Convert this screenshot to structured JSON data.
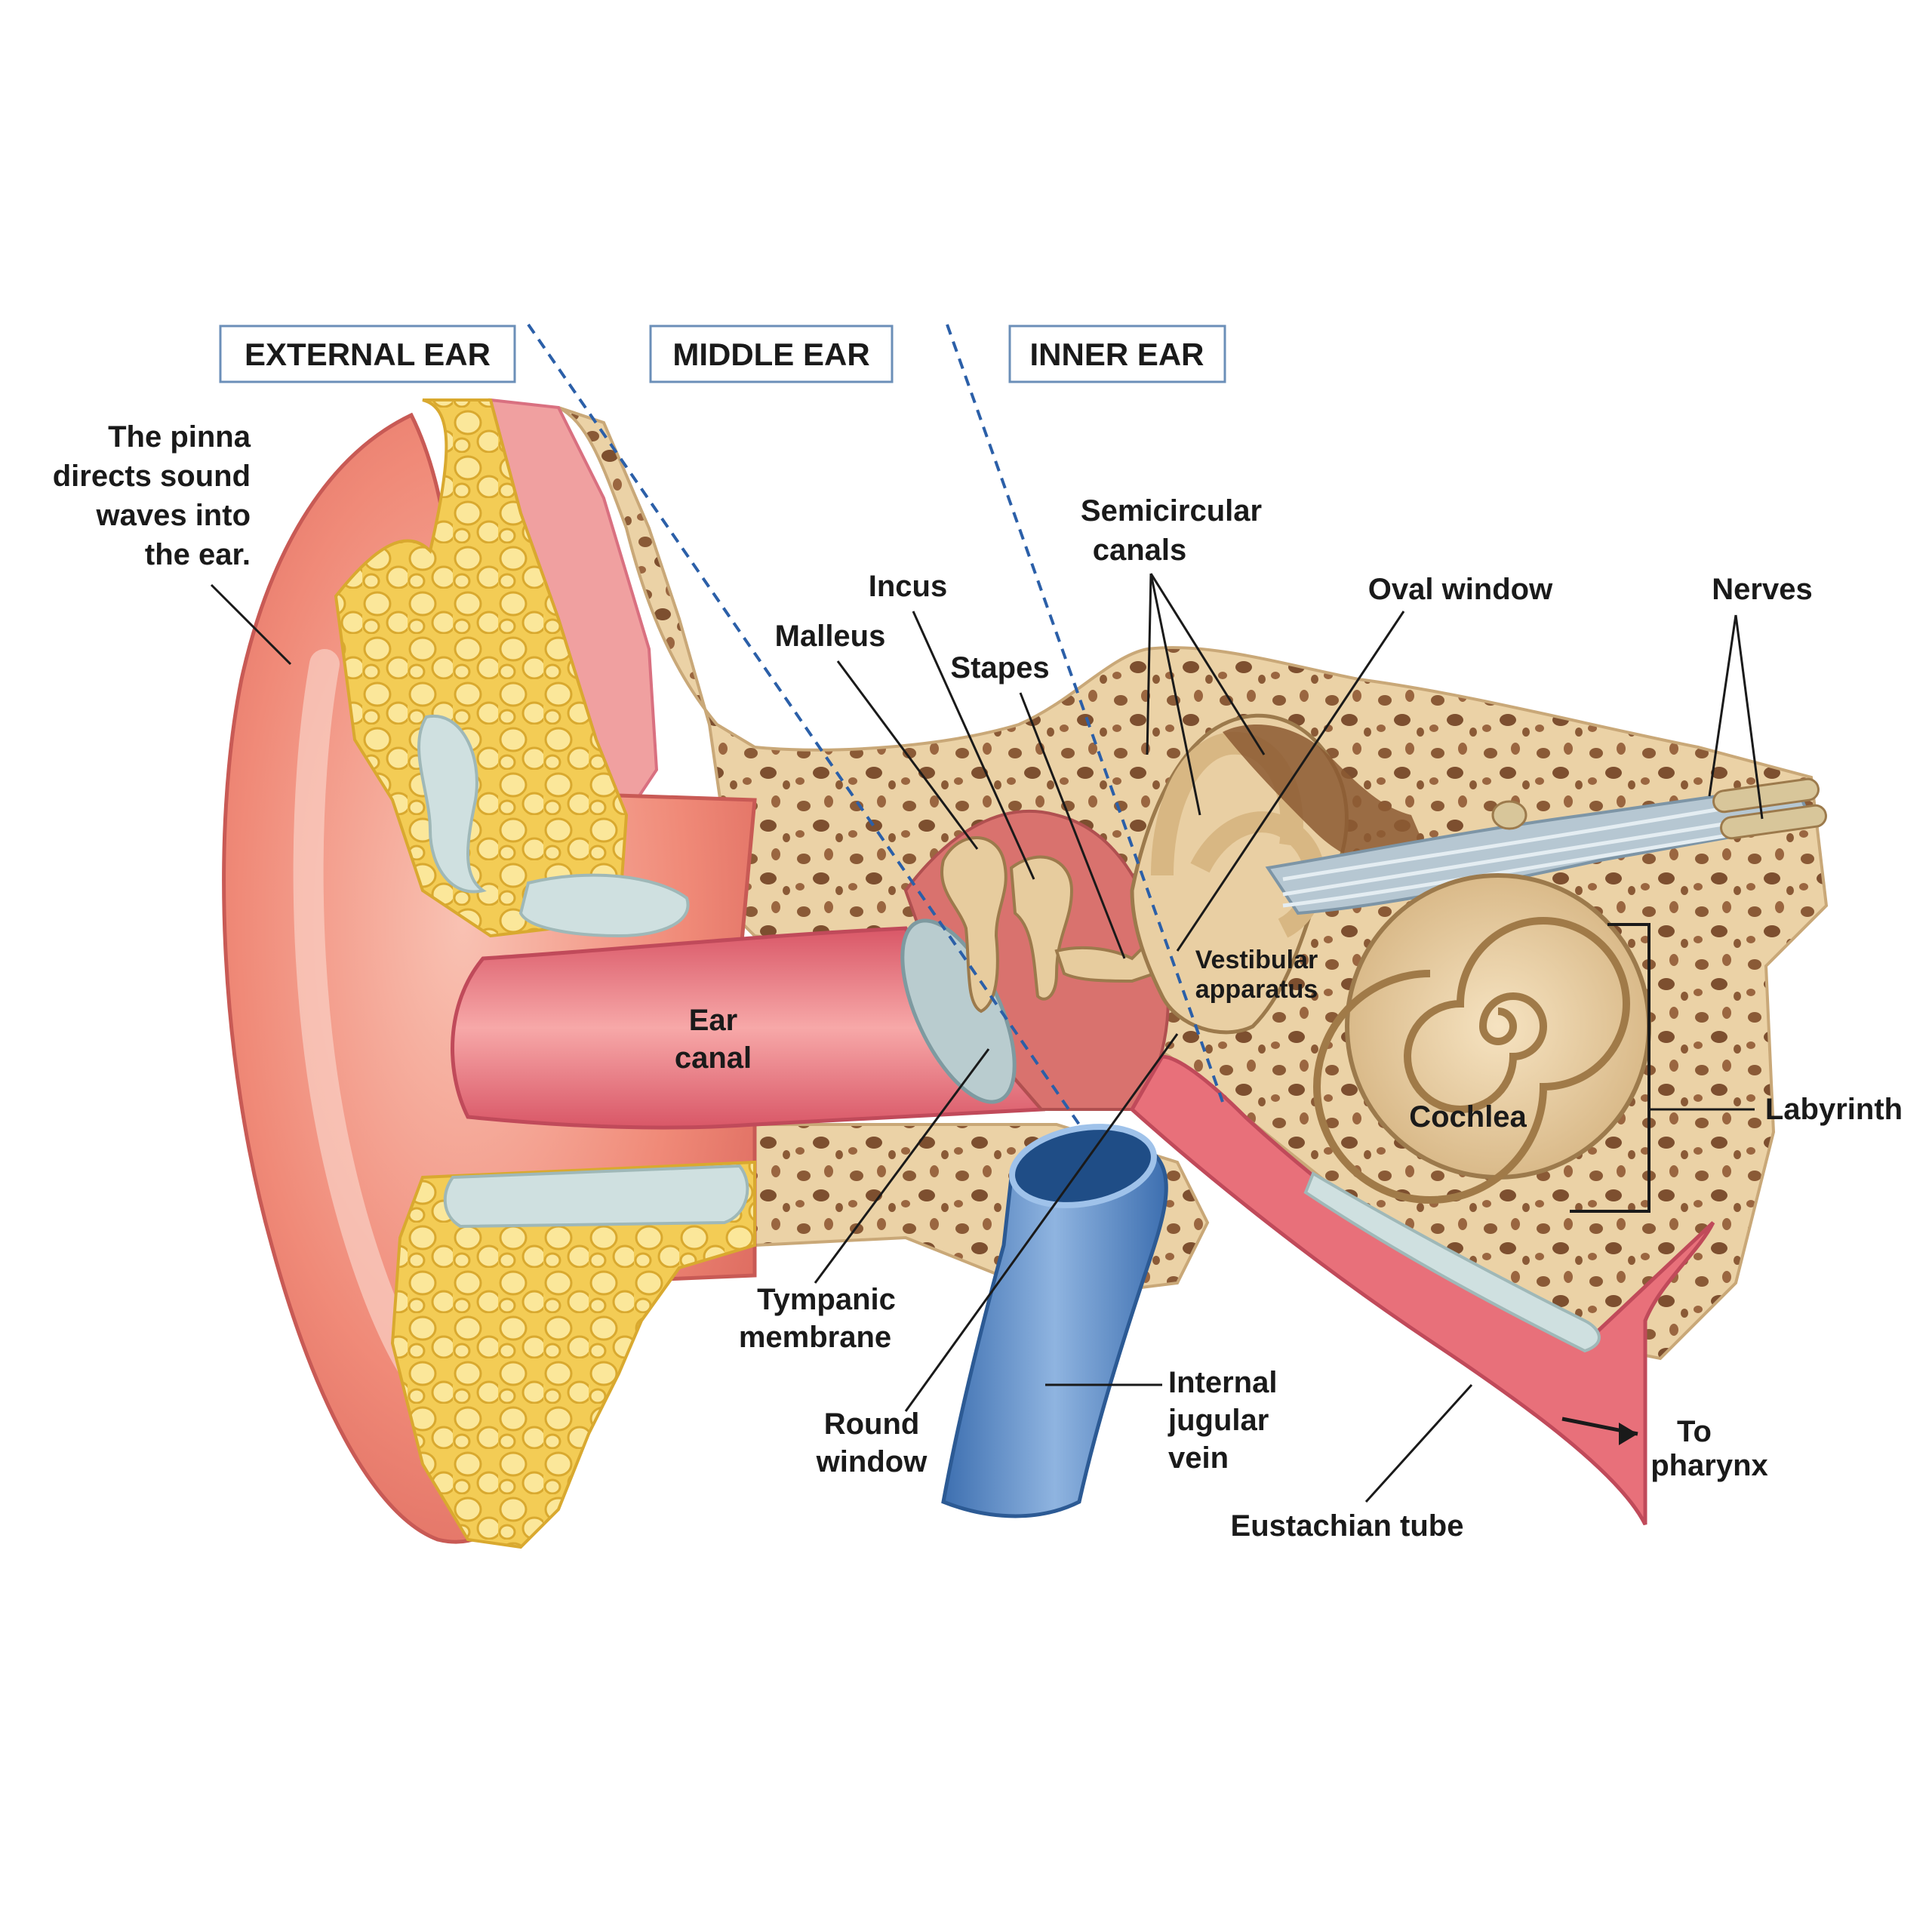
{
  "sections": {
    "external": "EXTERNAL EAR",
    "middle": "MIDDLE EAR",
    "inner": "INNER EAR"
  },
  "pinna_note": {
    "line1_a": "The ",
    "line1_b": "pinna",
    "line2": "directs sound",
    "line3": "waves into",
    "line4": "the ear."
  },
  "labels": {
    "semicircular_1": "Semicircular",
    "semicircular_2": "canals",
    "incus": "Incus",
    "malleus": "Malleus",
    "stapes": "Stapes",
    "oval_window": "Oval window",
    "nerves": "Nerves",
    "vestibular_1": "Vestibular",
    "vestibular_2": "apparatus",
    "ear_canal_1": "Ear",
    "ear_canal_2": "canal",
    "cochlea": "Cochlea",
    "labyrinth": "Labyrinth",
    "tympanic_1": "Tympanic",
    "tympanic_2": "membrane",
    "round_1": "Round",
    "round_2": "window",
    "jugular_1": "Internal",
    "jugular_2": "jugular",
    "jugular_3": "vein",
    "pharynx_1": "To",
    "pharynx_2": "pharynx",
    "eustachian": "Eustachian tube"
  },
  "colors": {
    "skin": "#f08a78",
    "skin_light": "#f7b7a8",
    "fat": "#f5d670",
    "cartilage": "#cfe0e0",
    "bone": "#e9cfa3",
    "bone_pore": "#8a5a36",
    "canal": "#e8707a",
    "vein": "#5b8fc9",
    "divider": "#2b5fa8"
  }
}
